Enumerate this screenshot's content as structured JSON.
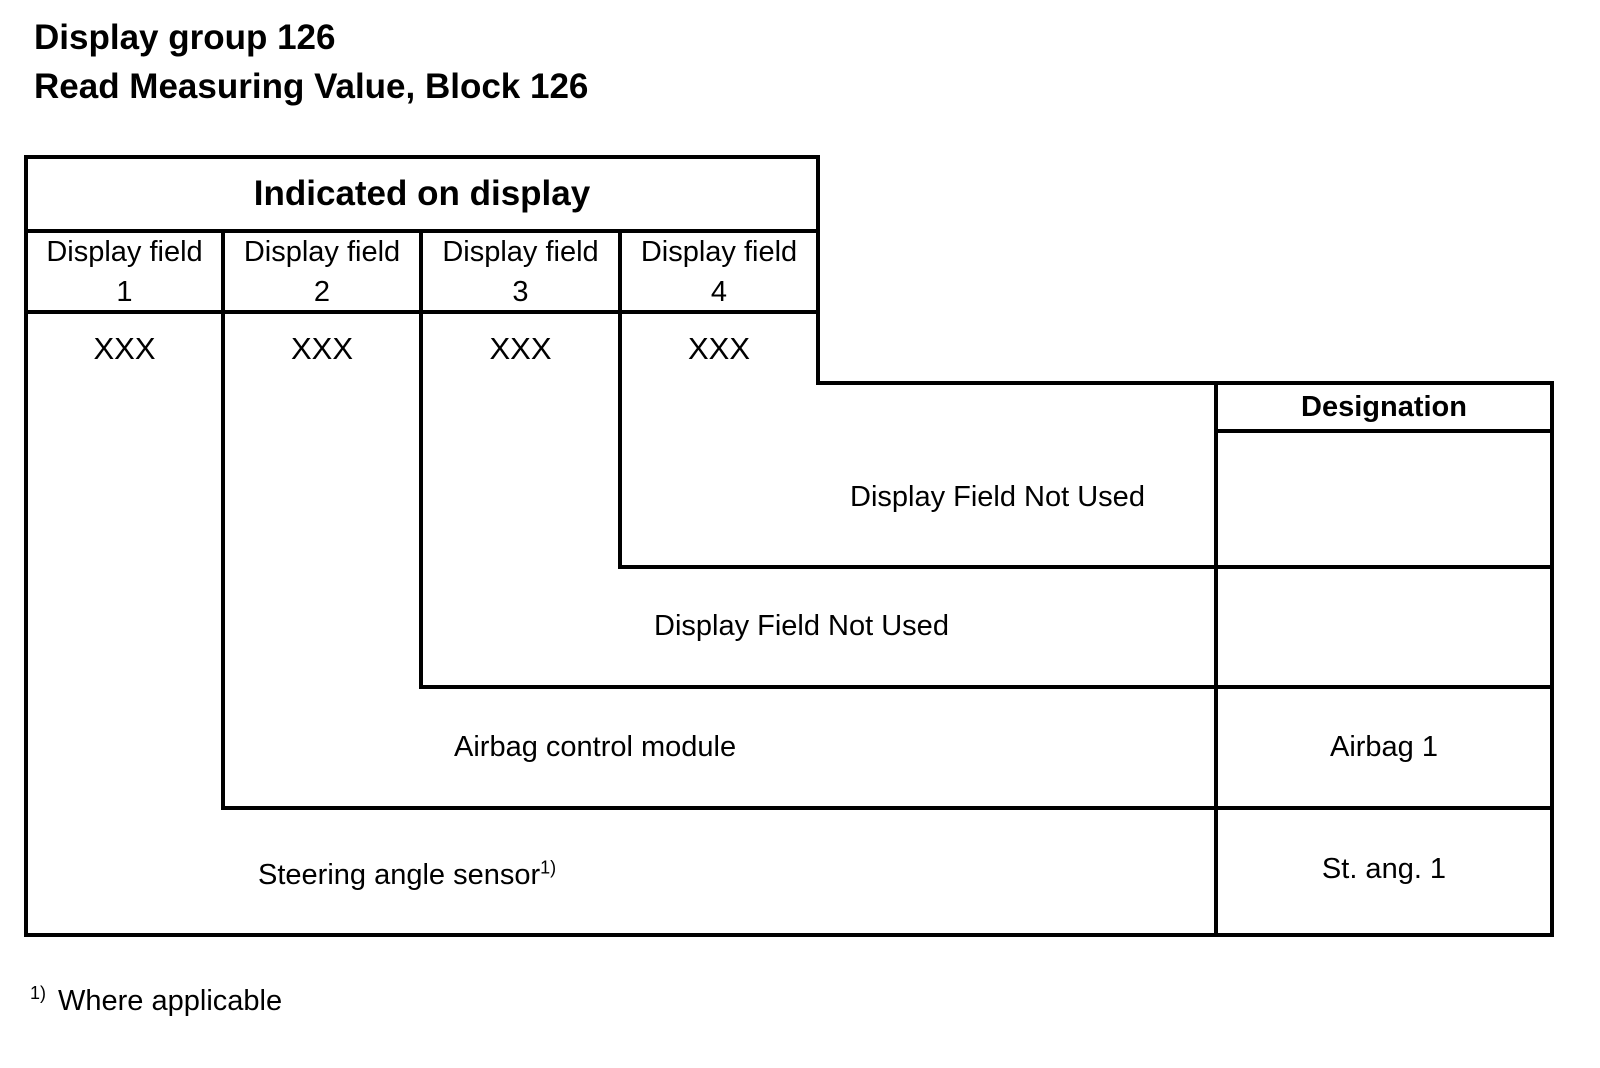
{
  "header": {
    "title": "Display group 126",
    "subtitle": "Read Measuring Value, Block 126"
  },
  "table": {
    "indicated_header": "Indicated on display",
    "columns": [
      {
        "label": "Display field",
        "number": "1",
        "value": "XXX"
      },
      {
        "label": "Display field",
        "number": "2",
        "value": "XXX"
      },
      {
        "label": "Display field",
        "number": "3",
        "value": "XXX"
      },
      {
        "label": "Display field",
        "number": "4",
        "value": "XXX"
      }
    ],
    "designation_header": "Designation",
    "rows": [
      {
        "label": "Display Field Not Used",
        "designation": ""
      },
      {
        "label": "Display Field Not Used",
        "designation": ""
      },
      {
        "label": "Airbag control module",
        "designation": "Airbag 1"
      },
      {
        "label": "Steering angle sensor",
        "footnote_mark": "1)",
        "designation": "St. ang. 1"
      }
    ]
  },
  "footnote": {
    "mark": "1)",
    "text": "Where applicable"
  }
}
